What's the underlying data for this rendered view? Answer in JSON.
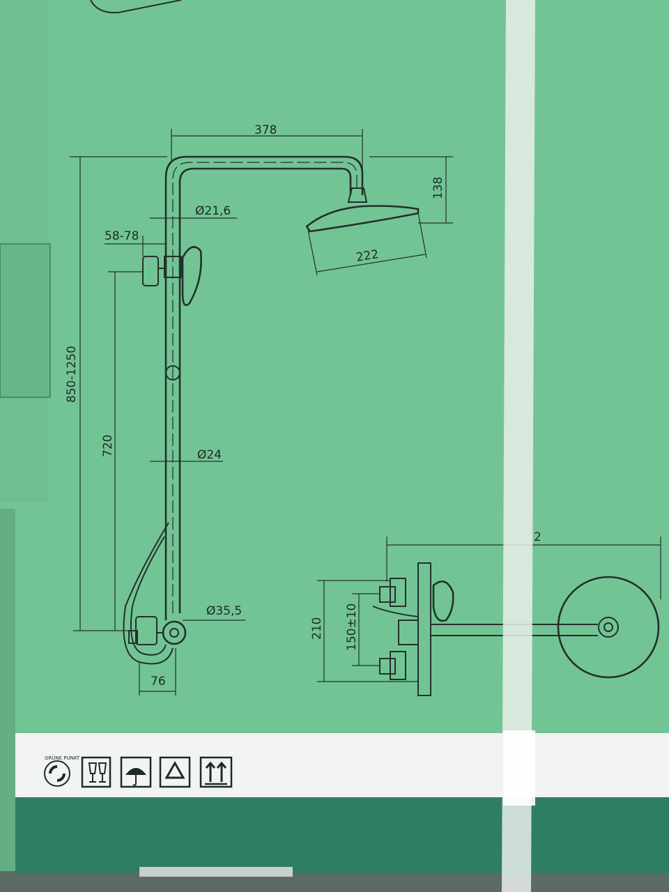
{
  "dimensions": {
    "top_width": "378",
    "head_height": "138",
    "pipe_diameter_upper": "Ø21,6",
    "head_diameter": "222",
    "holder_range": "58-78",
    "total_height": "850-1250",
    "bar_length": "720",
    "pipe_diameter_lower": "Ø24",
    "valve_diameter": "Ø35,5",
    "valve_offset": "76",
    "mixer_height": "210",
    "mixer_spacing": "150±10",
    "side_width_partial": "2"
  },
  "badges": {
    "grune_punkt": "GRÜNE PUNKT"
  },
  "icons": [
    "green-dot-icon",
    "fragile-glass-icon",
    "keep-dry-umbrella-icon",
    "recycle-icon",
    "this-way-up-icon"
  ],
  "colors": {
    "box_green": "#73c495",
    "box_green_shade": "#5fb583",
    "white_band": "#f2f4f2",
    "dark_band": "#2f7e64",
    "line_ink": "#22302a",
    "background": "#5c6b63"
  }
}
